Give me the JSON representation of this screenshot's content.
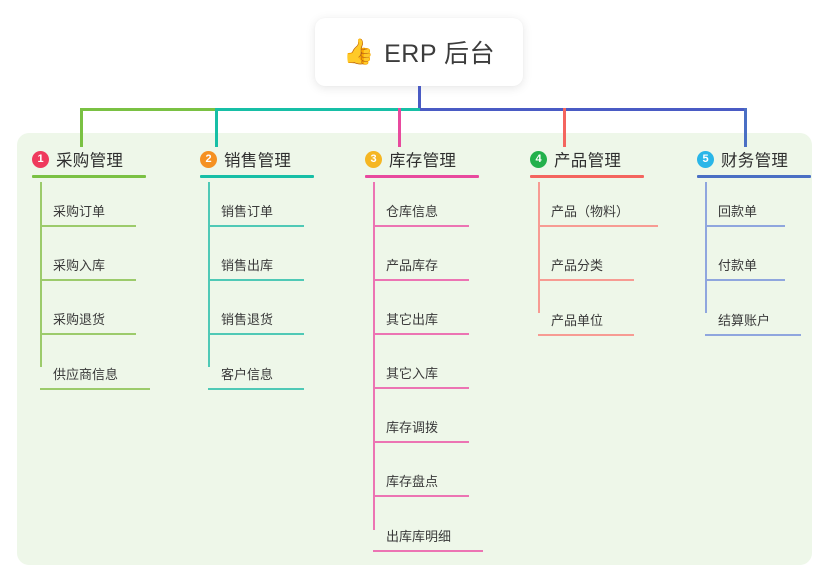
{
  "diagram": {
    "type": "mind-map",
    "background": "#ffffff",
    "panel_color": "#eef7e9",
    "root": {
      "icon": "thumbs-up-emoji",
      "emoji": "👍",
      "title": "ERP 后台",
      "stem_color": "#4a5bc4"
    },
    "trunk": {
      "segments": [
        {
          "color": "#7ac143"
        },
        {
          "color": "#17bfa6"
        },
        {
          "color": "#4a5bc4"
        }
      ]
    },
    "branches": [
      {
        "number": "1",
        "title": "采购管理",
        "badge_color": "#ef3a5d",
        "line_color": "#7ac143",
        "drop_color": "#7ac143",
        "items": [
          "采购订单",
          "采购入库",
          "采购退货",
          "供应商信息"
        ]
      },
      {
        "number": "2",
        "title": "销售管理",
        "badge_color": "#f59121",
        "line_color": "#17bfa6",
        "drop_color": "#17bfa6",
        "items": [
          "销售订单",
          "销售出库",
          "销售退货",
          "客户信息"
        ]
      },
      {
        "number": "3",
        "title": "库存管理",
        "badge_color": "#f5b622",
        "line_color": "#e84a9e",
        "drop_color": "#e84a9e",
        "items": [
          "仓库信息",
          "产品库存",
          "其它出库",
          "其它入库",
          "库存调拨",
          "库存盘点",
          "出库库明细"
        ]
      },
      {
        "number": "4",
        "title": "产品管理",
        "badge_color": "#23b14c",
        "line_color": "#f4655f",
        "drop_color": "#f4655f",
        "items": [
          "产品（物料）",
          "产品分类",
          "产品单位"
        ]
      },
      {
        "number": "5",
        "title": "财务管理",
        "badge_color": "#29b6e8",
        "line_color": "#4a6fc4",
        "drop_color": "#4a6fc4",
        "items": [
          "回款单",
          "付款单",
          "结算账户"
        ]
      }
    ]
  }
}
